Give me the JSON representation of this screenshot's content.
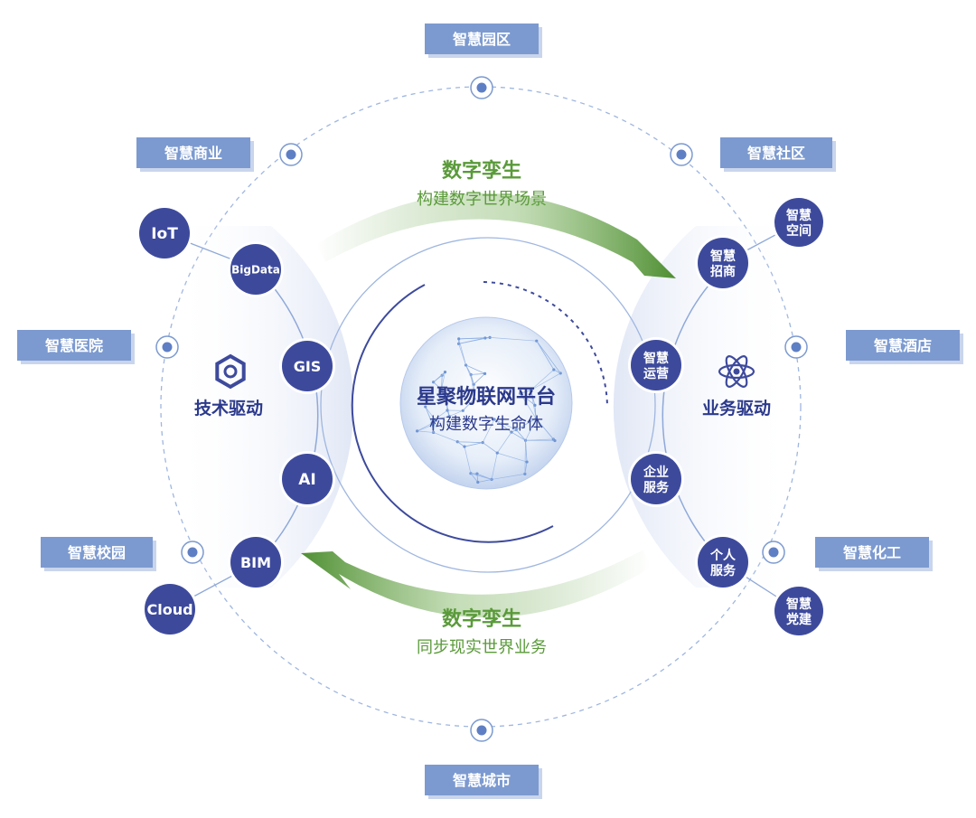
{
  "scenes": [
    {
      "id": "park",
      "label": "智慧园区"
    },
    {
      "id": "commerce",
      "label": "智慧商业"
    },
    {
      "id": "community",
      "label": "智慧社区"
    },
    {
      "id": "hospital",
      "label": "智慧医院"
    },
    {
      "id": "hotel",
      "label": "智慧酒店"
    },
    {
      "id": "campus",
      "label": "智慧校园"
    },
    {
      "id": "chemical",
      "label": "智慧化工"
    },
    {
      "id": "city",
      "label": "智慧城市"
    }
  ],
  "tech": {
    "label": "技术驱动",
    "icon": "hexagon-ring-icon",
    "nodes": [
      {
        "id": "iot",
        "label": "IoT"
      },
      {
        "id": "bigdata",
        "label": "BigData"
      },
      {
        "id": "gis",
        "label": "GIS"
      },
      {
        "id": "ai",
        "label": "AI"
      },
      {
        "id": "bim",
        "label": "BIM"
      },
      {
        "id": "cloud",
        "label": "Cloud"
      }
    ]
  },
  "business": {
    "label": "业务驱动",
    "icon": "atom-icon",
    "nodes": [
      {
        "id": "space",
        "lines": [
          "智慧",
          "空间"
        ]
      },
      {
        "id": "investment",
        "lines": [
          "智慧",
          "招商"
        ]
      },
      {
        "id": "operation",
        "lines": [
          "智慧",
          "运营"
        ]
      },
      {
        "id": "enterprise",
        "lines": [
          "企业",
          "服务"
        ]
      },
      {
        "id": "personal",
        "lines": [
          "个人",
          "服务"
        ]
      },
      {
        "id": "party",
        "lines": [
          "智慧",
          "党建"
        ]
      }
    ]
  },
  "arrows": {
    "top": {
      "title": "数字孪生",
      "subtitle": "构建数字世界场景"
    },
    "bottom": {
      "title": "数字孪生",
      "subtitle": "同步现实世界业务"
    }
  },
  "center": {
    "title": "星聚物联网平台",
    "subtitle": "构建数字生命体"
  },
  "colors": {
    "node": "#3d4a9c",
    "scene_box": "#7c9ad0",
    "arrow": "#5a9a3a",
    "line": "#8ea8d8",
    "dashed_ring": "#9fb6e0"
  }
}
